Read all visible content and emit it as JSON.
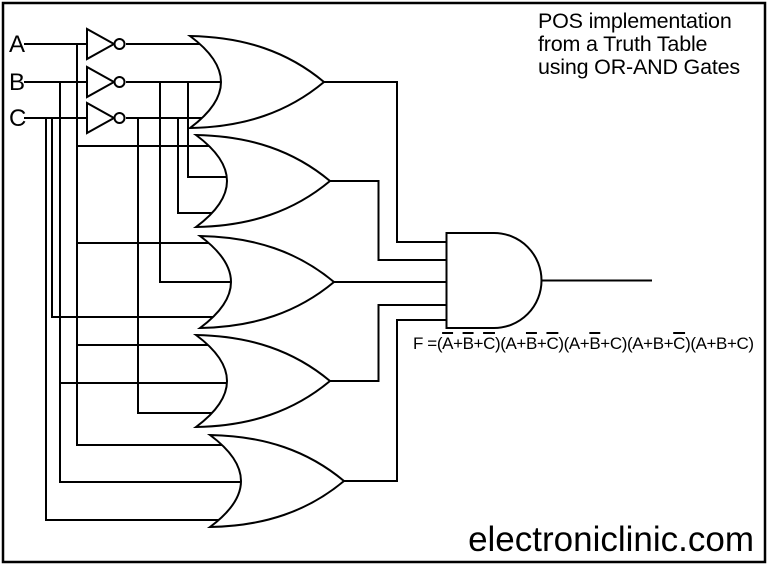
{
  "diagram": {
    "title": "POS implementation\nfrom a Truth Table\nusing OR-AND Gates",
    "watermark": "electroniclinic.com",
    "colors": {
      "line": "#000000",
      "background": "#ffffff"
    },
    "inputs": [
      {
        "label": "A"
      },
      {
        "label": "B"
      },
      {
        "label": "C"
      }
    ],
    "formula": {
      "segments": [
        {
          "text": "F =(",
          "bar": false
        },
        {
          "text": "A",
          "bar": true
        },
        {
          "text": "+",
          "bar": false
        },
        {
          "text": "B",
          "bar": true
        },
        {
          "text": "+",
          "bar": false
        },
        {
          "text": "C",
          "bar": true
        },
        {
          "text": ")(A+",
          "bar": false
        },
        {
          "text": "B",
          "bar": true
        },
        {
          "text": "+",
          "bar": false
        },
        {
          "text": "C",
          "bar": true
        },
        {
          "text": ")(A+",
          "bar": false
        },
        {
          "text": "B",
          "bar": true
        },
        {
          "text": "+C)(A+B+",
          "bar": false
        },
        {
          "text": "C",
          "bar": true
        },
        {
          "text": ")(A+B+C)",
          "bar": false
        }
      ]
    },
    "circuit": {
      "inverters": [
        {
          "name": "not-a",
          "input": "A",
          "output": "NOT A"
        },
        {
          "name": "not-b",
          "input": "B",
          "output": "NOT B"
        },
        {
          "name": "not-c",
          "input": "C",
          "output": "NOT C"
        }
      ],
      "or_gates": [
        {
          "name": "or-1",
          "inputs": [
            "NOT A",
            "NOT B",
            "NOT C"
          ]
        },
        {
          "name": "or-2",
          "inputs": [
            "A",
            "NOT B",
            "NOT C"
          ]
        },
        {
          "name": "or-3",
          "inputs": [
            "A",
            "NOT B",
            "C"
          ]
        },
        {
          "name": "or-4",
          "inputs": [
            "A",
            "B",
            "NOT C"
          ]
        },
        {
          "name": "or-5",
          "inputs": [
            "A",
            "B",
            "C"
          ]
        }
      ],
      "and_gate": {
        "name": "and-1",
        "inputs": [
          "or-1",
          "or-2",
          "or-3",
          "or-4",
          "or-5"
        ],
        "output": "F"
      }
    }
  }
}
